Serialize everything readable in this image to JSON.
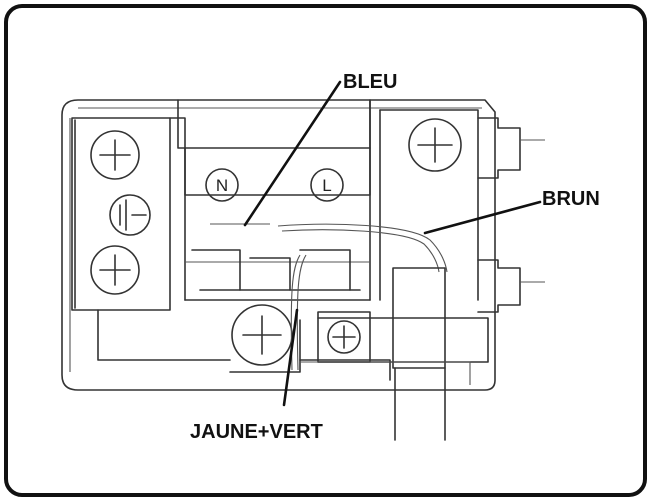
{
  "diagram": {
    "labels": {
      "blue_wire": "BLEU",
      "brown_wire": "BRUN",
      "earth_wire": "JAUNE+VERT"
    },
    "terminals": {
      "neutral": "N",
      "live": "L"
    },
    "colors": {
      "frame": "#111111",
      "line": "#333333",
      "background": "#ffffff"
    }
  }
}
